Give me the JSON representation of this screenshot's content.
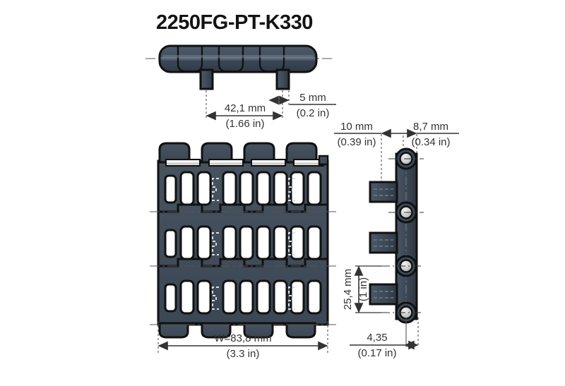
{
  "drawing": {
    "title": "2250FG-PT-K330",
    "type": "technical-drawing",
    "subject": "modular conveyor belt module",
    "colors": {
      "body_fill": "#3d4a5a",
      "body_fill_light": "#55626f",
      "body_fill_dark": "#2e3946",
      "outline": "#111111",
      "text": "#333333",
      "background": "#ffffff",
      "hidden_line": "#cfd6dd"
    },
    "views": [
      {
        "name": "top-edge-view",
        "label": ""
      },
      {
        "name": "plan-view",
        "label": ""
      },
      {
        "name": "side-view",
        "label": ""
      }
    ]
  },
  "dimensions": {
    "pitch": {
      "name": "pitch",
      "metric": "42,1 mm",
      "imperial": "(1.66 in)"
    },
    "tab_width": {
      "name": "tab-width",
      "metric": "5 mm",
      "imperial": "(0.2 in)"
    },
    "flight_offset": {
      "name": "flight-offset",
      "metric": "10 mm",
      "imperial": "(0.39 in)"
    },
    "thickness": {
      "name": "belt-thickness",
      "metric": "8,7 mm",
      "imperial": "(0.34 in)"
    },
    "row_height": {
      "name": "row-height",
      "metric": "25,4 mm",
      "imperial": "(1 in)"
    },
    "belt_width": {
      "name": "belt-width",
      "metric": "W=83,8 mm",
      "imperial": "(3.3 in)"
    },
    "edge_offset": {
      "name": "edge-offset",
      "metric": "4,35",
      "imperial": "(0.17 in)"
    }
  }
}
